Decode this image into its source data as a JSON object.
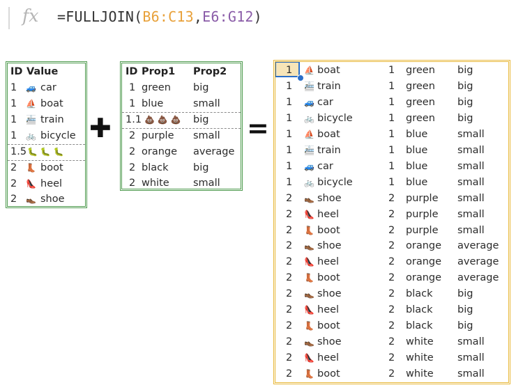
{
  "formula": {
    "fx_label": "fx",
    "prefix": "=FULLJOIN(",
    "range1": "B6:C13",
    "sep": ",",
    "range2": "E6:G12",
    "suffix": ")"
  },
  "operators": {
    "plus": "✚",
    "equals": "="
  },
  "icons": {
    "car": "🚙",
    "boat": "⛵",
    "train": "🚈",
    "bicycle": "🚲",
    "caterpillar": "🐛",
    "boot": "👢",
    "heel": "👠",
    "shoe": "👞",
    "poop": "💩"
  },
  "table1": {
    "headers": [
      "ID",
      "Value"
    ],
    "rows": [
      {
        "id": "1",
        "icon": "🚙",
        "value": "car"
      },
      {
        "id": "1",
        "icon": "⛵",
        "value": "boat"
      },
      {
        "id": "1",
        "icon": "🚈",
        "value": "train"
      },
      {
        "id": "1",
        "icon": "🚲",
        "value": "bicycle"
      },
      {
        "id": "1.5",
        "icon": "🐛 🐛 🐛",
        "value": ""
      },
      {
        "id": "2",
        "icon": "👢",
        "value": "boot"
      },
      {
        "id": "2",
        "icon": "👠",
        "value": "heel"
      },
      {
        "id": "2",
        "icon": "👞",
        "value": "shoe"
      }
    ]
  },
  "table2": {
    "headers": [
      "ID",
      "Prop1",
      "Prop2"
    ],
    "rows": [
      {
        "id": "1",
        "prop1": "green",
        "prop2": "big"
      },
      {
        "id": "1",
        "prop1": "blue",
        "prop2": "small"
      },
      {
        "id": "1.1",
        "prop1": "💩 💩 💩",
        "prop2": "big"
      },
      {
        "id": "2",
        "prop1": "purple",
        "prop2": "small"
      },
      {
        "id": "2",
        "prop1": "orange",
        "prop2": "average"
      },
      {
        "id": "2",
        "prop1": "black",
        "prop2": "big"
      },
      {
        "id": "2",
        "prop1": "white",
        "prop2": "small"
      }
    ]
  },
  "result": {
    "rows": [
      {
        "id": "1",
        "icon": "⛵",
        "value": "boat",
        "id2": "1",
        "prop1": "green",
        "prop2": "big"
      },
      {
        "id": "1",
        "icon": "🚈",
        "value": "train",
        "id2": "1",
        "prop1": "green",
        "prop2": "big"
      },
      {
        "id": "1",
        "icon": "🚙",
        "value": "car",
        "id2": "1",
        "prop1": "green",
        "prop2": "big"
      },
      {
        "id": "1",
        "icon": "🚲",
        "value": "bicycle",
        "id2": "1",
        "prop1": "green",
        "prop2": "big"
      },
      {
        "id": "1",
        "icon": "⛵",
        "value": "boat",
        "id2": "1",
        "prop1": "blue",
        "prop2": "small"
      },
      {
        "id": "1",
        "icon": "🚈",
        "value": "train",
        "id2": "1",
        "prop1": "blue",
        "prop2": "small"
      },
      {
        "id": "1",
        "icon": "🚙",
        "value": "car",
        "id2": "1",
        "prop1": "blue",
        "prop2": "small"
      },
      {
        "id": "1",
        "icon": "🚲",
        "value": "bicycle",
        "id2": "1",
        "prop1": "blue",
        "prop2": "small"
      },
      {
        "id": "2",
        "icon": "👞",
        "value": "shoe",
        "id2": "2",
        "prop1": "purple",
        "prop2": "small"
      },
      {
        "id": "2",
        "icon": "👠",
        "value": "heel",
        "id2": "2",
        "prop1": "purple",
        "prop2": "small"
      },
      {
        "id": "2",
        "icon": "👢",
        "value": "boot",
        "id2": "2",
        "prop1": "purple",
        "prop2": "small"
      },
      {
        "id": "2",
        "icon": "👞",
        "value": "shoe",
        "id2": "2",
        "prop1": "orange",
        "prop2": "average"
      },
      {
        "id": "2",
        "icon": "👠",
        "value": "heel",
        "id2": "2",
        "prop1": "orange",
        "prop2": "average"
      },
      {
        "id": "2",
        "icon": "👢",
        "value": "boot",
        "id2": "2",
        "prop1": "orange",
        "prop2": "average"
      },
      {
        "id": "2",
        "icon": "👞",
        "value": "shoe",
        "id2": "2",
        "prop1": "black",
        "prop2": "big"
      },
      {
        "id": "2",
        "icon": "👠",
        "value": "heel",
        "id2": "2",
        "prop1": "black",
        "prop2": "big"
      },
      {
        "id": "2",
        "icon": "👢",
        "value": "boot",
        "id2": "2",
        "prop1": "black",
        "prop2": "big"
      },
      {
        "id": "2",
        "icon": "👞",
        "value": "shoe",
        "id2": "2",
        "prop1": "white",
        "prop2": "small"
      },
      {
        "id": "2",
        "icon": "👠",
        "value": "heel",
        "id2": "2",
        "prop1": "white",
        "prop2": "small"
      },
      {
        "id": "2",
        "icon": "👢",
        "value": "boot",
        "id2": "2",
        "prop1": "white",
        "prop2": "small"
      }
    ]
  },
  "colors": {
    "table_border_input": "#4d9a4d",
    "table_border_output": "#e8b83a",
    "range1": "#e8a13a",
    "range2": "#8a5ca8",
    "selection": "#2a6fc9"
  }
}
